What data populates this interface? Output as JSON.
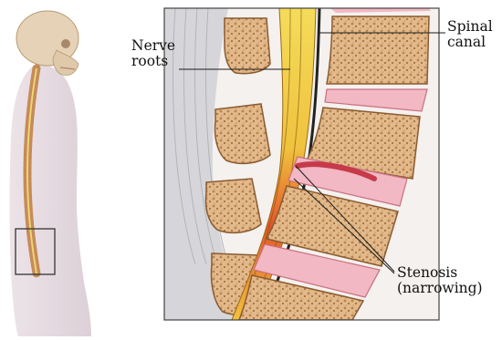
{
  "labels": {
    "nerve_roots": "Nerve\nroots",
    "spinal_canal": "Spinal\ncanal",
    "stenosis": "Stenosis\n(narrowing)"
  },
  "colors": {
    "bone": "#e2b98a",
    "bone_dark": "#c08a55",
    "disc": "#f2b8c3",
    "disc_edge": "#c9707f",
    "nerve_yellow": "#f2d24a",
    "nerve_red": "#e4552a",
    "ligament": "#cfcfd2",
    "body_silhouette": "#e9dfe5",
    "skull": "#e6d2b6",
    "line": "#222222"
  },
  "icons": [
    "skeleton-figure-icon",
    "spine-cross-section-icon"
  ]
}
